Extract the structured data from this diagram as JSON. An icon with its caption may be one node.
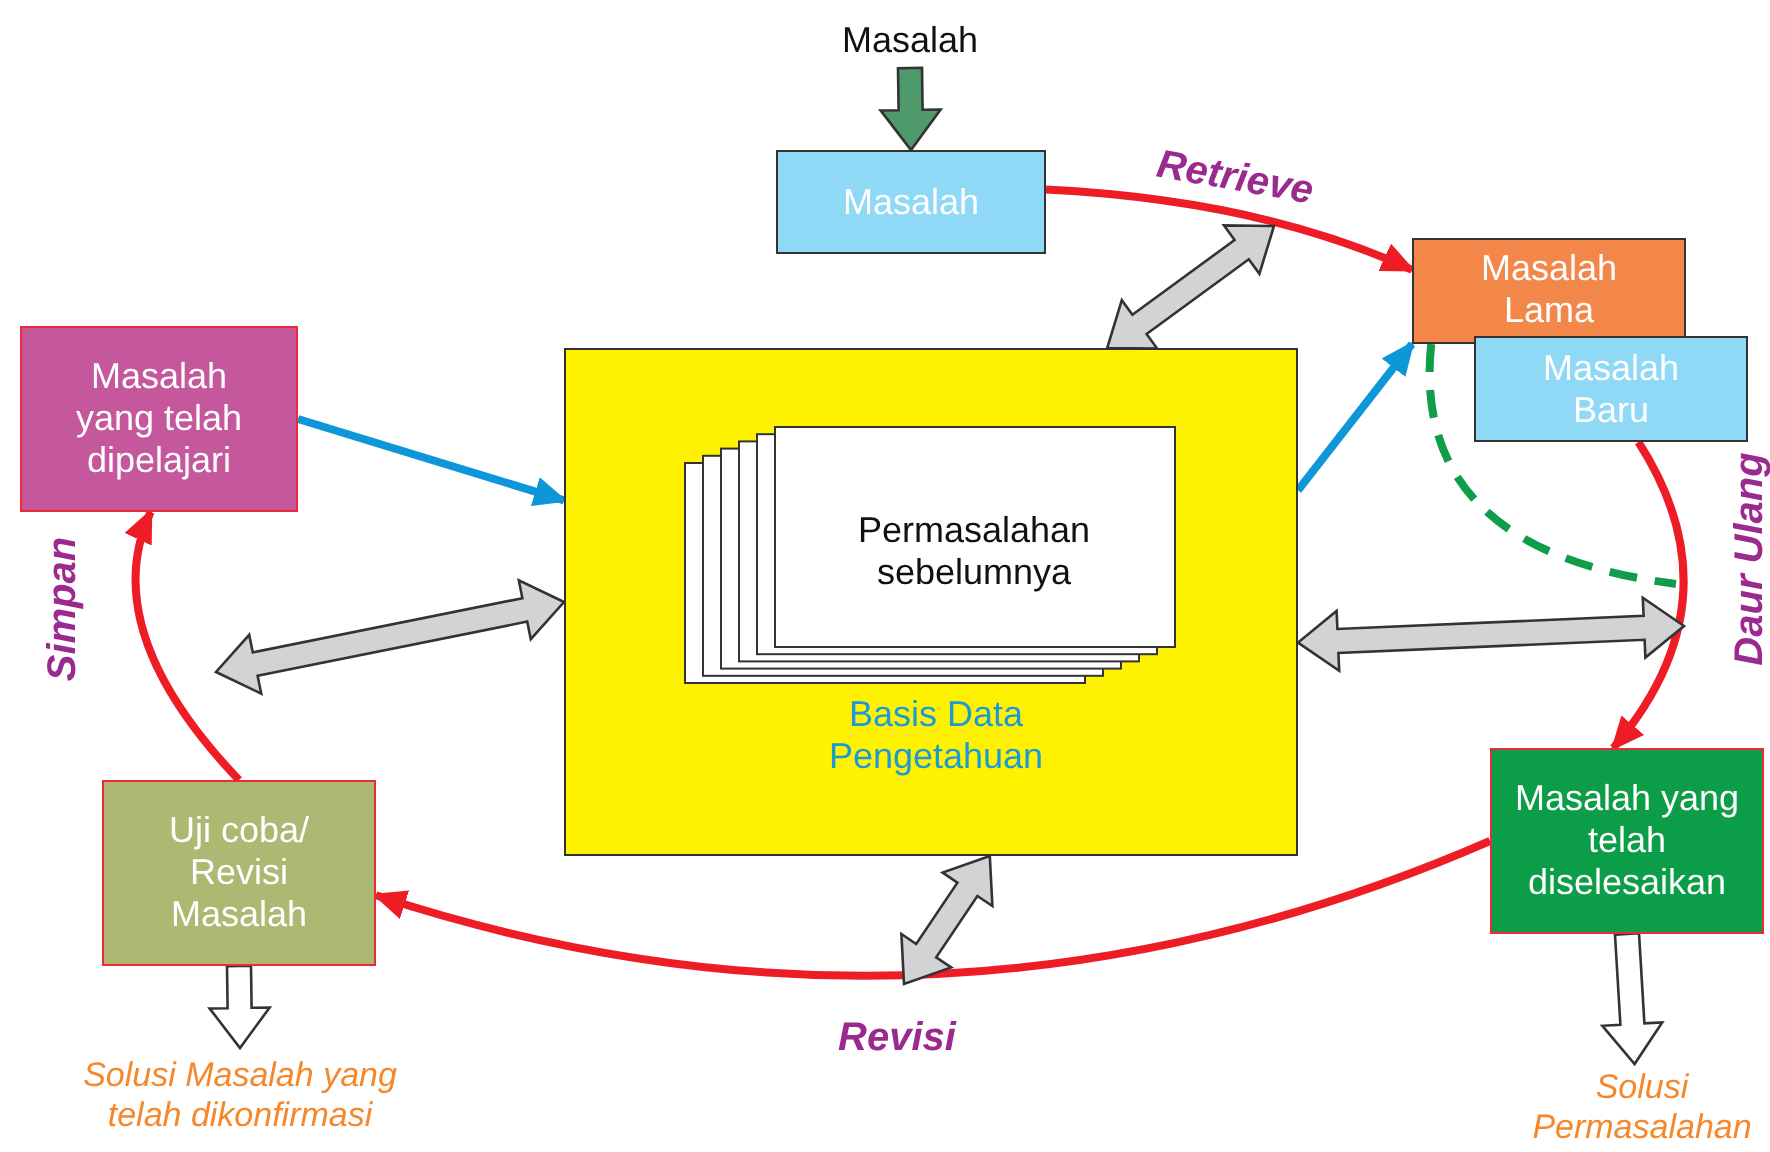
{
  "diagram": {
    "nodes": [
      {
        "text": [
          "Masalah"
        ]
      },
      {
        "text": [
          "Masalah"
        ]
      },
      {
        "text": [
          "Masalah Lama"
        ]
      },
      {
        "text": [
          "Masalah Baru"
        ]
      },
      {
        "text": [
          "Masalah yang telah dipelajari"
        ]
      },
      {
        "text": [
          "Basis Data Pengetahuan"
        ]
      },
      {
        "text": [
          "Permasalahan sebelumnya"
        ],
        "in": 5
      },
      {
        "text": [
          "Uji coba/ Revisi Masalah"
        ]
      },
      {
        "text": [
          "Masalah yang telah diselesaikan"
        ]
      },
      {
        "text": [
          "Solusi Masalah yang telah dikonfirmasi"
        ]
      },
      {
        "text": [
          "Solusi Permasalahan"
        ]
      }
    ],
    "edges": [
      {
        "from": 0,
        "to": 1,
        "arrow": "to",
        "style": "thick",
        "color": "#4f9a6a"
      },
      {
        "from": 1,
        "to": 2,
        "arrow": "to",
        "label": "Retrieve",
        "color": "#ee1c25"
      },
      {
        "from": 5,
        "to": null,
        "arrow": "both",
        "style": "thick",
        "color": "#d1d3d4"
      },
      {
        "from": 4,
        "to": 5,
        "arrow": "to",
        "color": "#0e97d8"
      },
      {
        "from": 5,
        "to": 2,
        "arrow": "to",
        "color": "#0e97d8"
      },
      {
        "from": 2,
        "to": null,
        "arrow": "none",
        "style": "dashed",
        "color": "#0f9d4a"
      },
      {
        "from": 3,
        "to": 8,
        "arrow": "to",
        "label": "Daur Ulang",
        "color": "#ee1c25"
      },
      {
        "from": 5,
        "to": null,
        "arrow": "both",
        "style": "thick",
        "color": "#d1d3d4"
      },
      {
        "from": 5,
        "to": null,
        "arrow": "both",
        "style": "thick",
        "color": "#d1d3d4"
      },
      {
        "from": 8,
        "to": 7,
        "arrow": "to",
        "label": "Revisi",
        "color": "#ee1c25"
      },
      {
        "from": 5,
        "to": null,
        "arrow": "both",
        "style": "thick",
        "color": "#d1d3d4"
      },
      {
        "from": 7,
        "to": 4,
        "arrow": "to",
        "label": "Simpan",
        "color": "#ee1c25"
      },
      {
        "from": 7,
        "to": 9,
        "arrow": "to",
        "style": "thick",
        "color": "#ffffff"
      },
      {
        "from": 8,
        "to": 10,
        "arrow": "to",
        "style": "thick",
        "color": "#ffffff"
      }
    ]
  }
}
